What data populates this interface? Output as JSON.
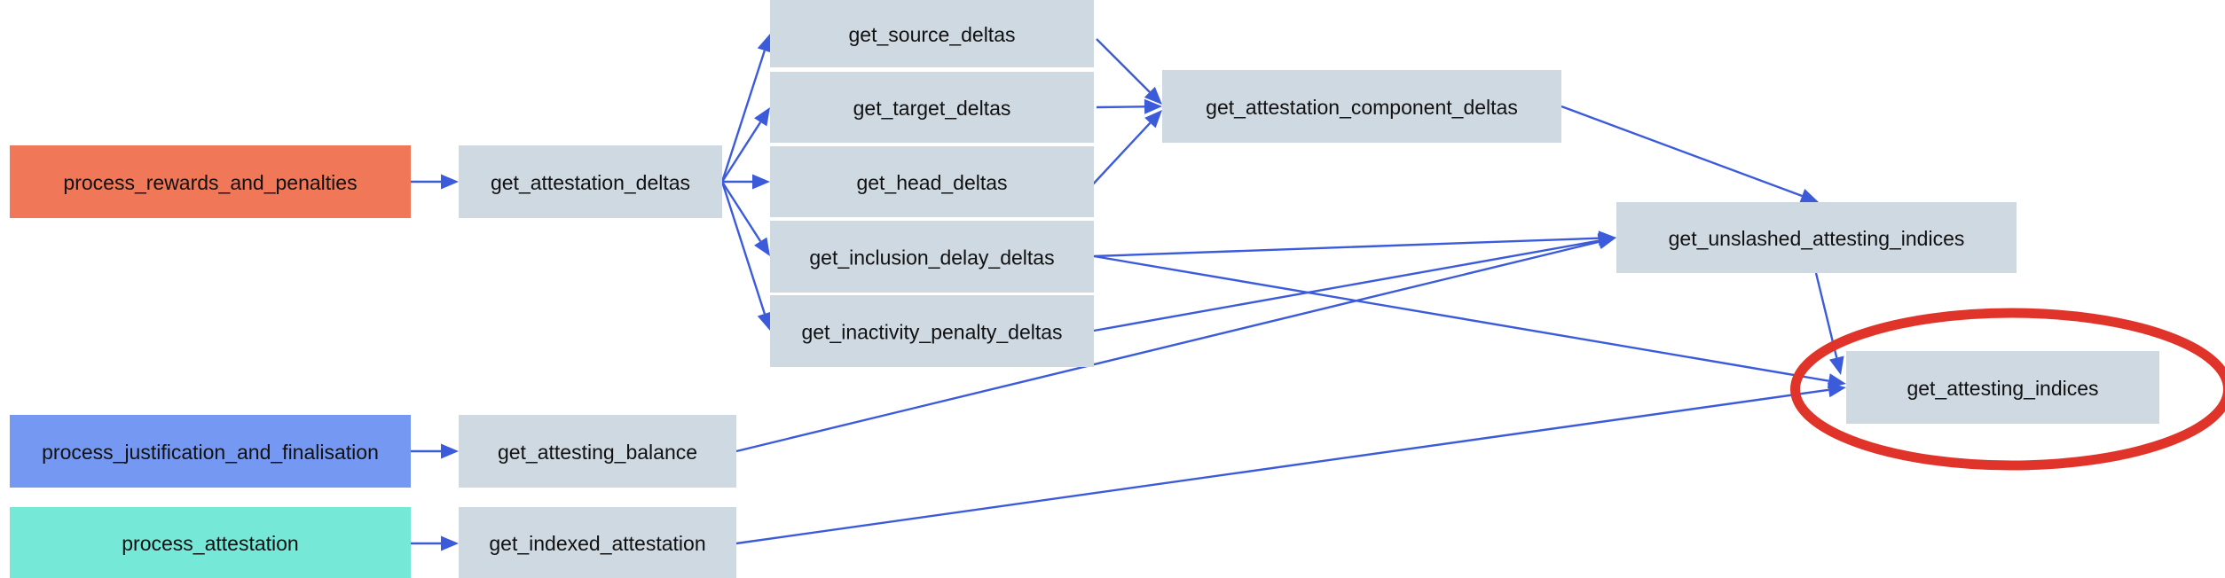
{
  "colors": {
    "default_node": "#cfd9e2",
    "edge": "#3b5bdb",
    "highlight": "#e0342b"
  },
  "nodes": {
    "process_rewards_and_penalties": {
      "label": "process_rewards_and_penalties",
      "color": "#f07757"
    },
    "process_justification_and_finalisation": {
      "label": "process_justification_and_finalisation",
      "color": "#7599f2"
    },
    "process_attestation": {
      "label": "process_attestation",
      "color": "#76e8d8"
    },
    "get_attestation_deltas": {
      "label": "get_attestation_deltas",
      "color": "#cfd9e2"
    },
    "get_attesting_balance": {
      "label": "get_attesting_balance",
      "color": "#cfd9e2"
    },
    "get_indexed_attestation": {
      "label": "get_indexed_attestation",
      "color": "#cfd9e2"
    },
    "get_source_deltas": {
      "label": "get_source_deltas",
      "color": "#cfd9e2"
    },
    "get_target_deltas": {
      "label": "get_target_deltas",
      "color": "#cfd9e2"
    },
    "get_head_deltas": {
      "label": "get_head_deltas",
      "color": "#cfd9e2"
    },
    "get_inclusion_delay_deltas": {
      "label": "get_inclusion_delay_deltas",
      "color": "#cfd9e2"
    },
    "get_inactivity_penalty_deltas": {
      "label": "get_inactivity_penalty_deltas",
      "color": "#cfd9e2"
    },
    "get_attestation_component_deltas": {
      "label": "get_attestation_component_deltas",
      "color": "#cfd9e2"
    },
    "get_unslashed_attesting_indices": {
      "label": "get_unslashed_attesting_indices",
      "color": "#cfd9e2"
    },
    "get_attesting_indices": {
      "label": "get_attesting_indices",
      "color": "#cfd9e2"
    }
  },
  "edges": [
    {
      "from": "process_rewards_and_penalties",
      "to": "get_attestation_deltas"
    },
    {
      "from": "process_justification_and_finalisation",
      "to": "get_attesting_balance"
    },
    {
      "from": "process_attestation",
      "to": "get_indexed_attestation"
    },
    {
      "from": "get_attestation_deltas",
      "to": "get_source_deltas"
    },
    {
      "from": "get_attestation_deltas",
      "to": "get_target_deltas"
    },
    {
      "from": "get_attestation_deltas",
      "to": "get_head_deltas"
    },
    {
      "from": "get_attestation_deltas",
      "to": "get_inclusion_delay_deltas"
    },
    {
      "from": "get_attestation_deltas",
      "to": "get_inactivity_penalty_deltas"
    },
    {
      "from": "get_source_deltas",
      "to": "get_attestation_component_deltas"
    },
    {
      "from": "get_target_deltas",
      "to": "get_attestation_component_deltas"
    },
    {
      "from": "get_head_deltas",
      "to": "get_attestation_component_deltas"
    },
    {
      "from": "get_attestation_component_deltas",
      "to": "get_unslashed_attesting_indices"
    },
    {
      "from": "get_inclusion_delay_deltas",
      "to": "get_unslashed_attesting_indices"
    },
    {
      "from": "get_inclusion_delay_deltas",
      "to": "get_attesting_indices"
    },
    {
      "from": "get_inactivity_penalty_deltas",
      "to": "get_unslashed_attesting_indices"
    },
    {
      "from": "get_attesting_balance",
      "to": "get_unslashed_attesting_indices"
    },
    {
      "from": "get_unslashed_attesting_indices",
      "to": "get_attesting_indices"
    },
    {
      "from": "get_indexed_attestation",
      "to": "get_attesting_indices"
    }
  ],
  "highlighted_node": "get_attesting_indices"
}
